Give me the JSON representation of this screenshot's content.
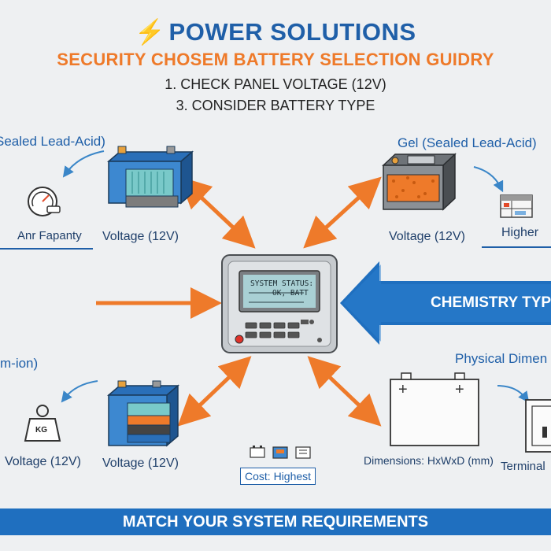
{
  "header": {
    "title": "POWER SOLUTIONS",
    "subtitle": "SECURITY CHOSEM BATTERY SELECTION GUIDRY",
    "steps": [
      "1. CHECK PANEL VOLTAGE (12V)",
      "3. CONSIDER BATTERY TYPE"
    ]
  },
  "nodes": {
    "sealed_lead_acid": {
      "label": "Sealed Lead-Acid)",
      "voltage": "Voltage (12V)",
      "side_text": "Anr Fapanty"
    },
    "gel": {
      "label": "Gel (Sealed Lead-Acid)",
      "voltage": "Voltage (12V)",
      "side_text": "Higher"
    },
    "lithium": {
      "label": "m-ion)",
      "voltage": "Voltage (12V)",
      "side_voltage": "Voltage (12V)",
      "weight_icon_text": "KG"
    },
    "controller": {
      "screen_line1": "SYSTEM STATUS:",
      "screen_line2": "OK, BATT"
    },
    "chemistry": {
      "label": "CHEMISTRY TYP"
    },
    "physical": {
      "label": "Physical Dimen",
      "dimensions": "Dimensions: HxWxD (mm)",
      "terminal": "Terminal",
      "plus": "+",
      "minus": "+"
    },
    "cost": {
      "label": "Cost: Highest"
    }
  },
  "footer": {
    "banner": "MATCH YOUR SYSTEM REQUIREMENTS"
  },
  "colors": {
    "accent_blue": "#1f5fa8",
    "accent_orange": "#ee7a2a",
    "banner_blue": "#1f6fbf"
  }
}
